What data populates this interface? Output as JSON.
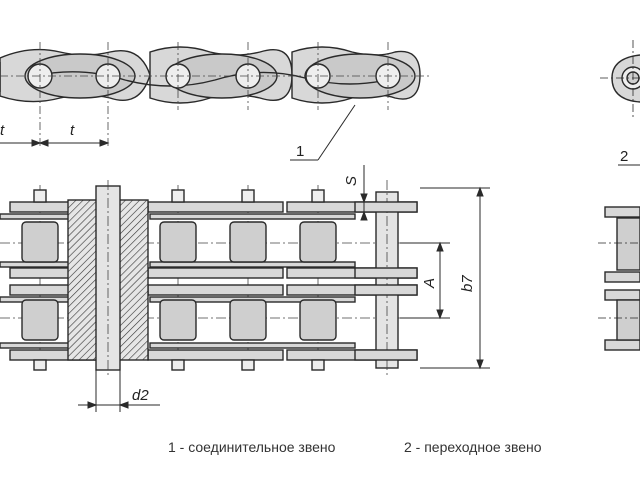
{
  "labels": {
    "pitch_left": "t",
    "pitch_right": "t",
    "callout_1": "1",
    "callout_2": "2",
    "dim_s": "S",
    "dim_a": "A",
    "dim_b7": "b7",
    "dim_d2": "d2"
  },
  "caption": {
    "item_1": "1 - соединительное звено",
    "item_2": "2 - переходное звено"
  },
  "colors": {
    "plate_fill": "#d8d8d8",
    "roller_fill": "#cfcfcf",
    "outline": "#2a2a2a",
    "centerline": "#444444"
  }
}
